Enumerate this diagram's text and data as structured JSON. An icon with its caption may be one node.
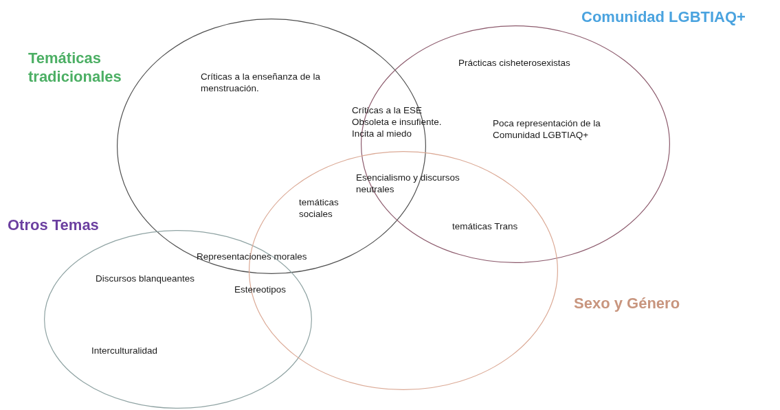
{
  "diagram": {
    "nodes": [
      {
        "text": [
          "Temáticas tradicionales"
        ]
      },
      {
        "text": [
          "Comunidad LGBTIAQ+"
        ]
      },
      {
        "text": [
          "Otros Temas"
        ]
      },
      {
        "text": [
          "Sexo y Género"
        ]
      }
    ],
    "labels": [
      "Críticas a la enseñanza de la menstruación.",
      "Prácticas cisheterosexistas",
      "Críticas a la ESE",
      "Obsoleta e insufiente.",
      "Incita al miedo",
      "Poca representación de la Comunidad LGBTIAQ+",
      "Esencialismo y discursos neutrales",
      "temáticas sociales",
      "temáticas Trans",
      "Representaciones morales",
      "Discursos blanqueantes",
      "Estereotipos",
      "Interculturalidad"
    ]
  }
}
